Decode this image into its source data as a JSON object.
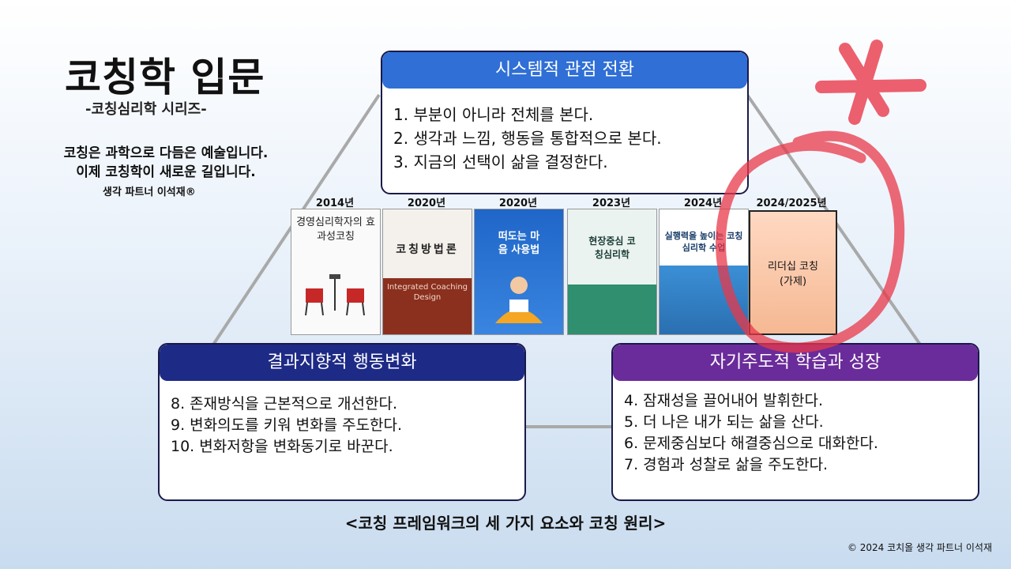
{
  "title": "코칭학 입문",
  "subtitle": "-코칭심리학 시리즈-",
  "slogan": [
    "코칭은 과학으로 다듬은 예술입니다.",
    "이제 코칭학이 새로운 길입니다."
  ],
  "signature": "생각 파트너 이석재®",
  "boxes": {
    "top": {
      "title": "시스템적 관점 전환",
      "color": "#2f6fd6",
      "items": [
        "1. 부분이 아니라 전체를 본다.",
        "2. 생각과 느낌, 행동을 통합적으로 본다.",
        "3. 지금의 선택이 삶을 결정한다."
      ]
    },
    "left": {
      "title": "결과지향적 행동변화",
      "color": "#1d2a86",
      "items": [
        "8. 존재방식을 근본적으로 개선한다.",
        "9. 변화의도를 키워 변화를 주도한다.",
        "10. 변화저항을 변화동기로 바꾼다."
      ]
    },
    "right": {
      "title": "자기주도적 학습과 성장",
      "color": "#6a2c9a",
      "items": [
        "4. 잠재성을 끌어내어 발휘한다.",
        "5. 더 나은 내가 되는 삶을 산다.",
        "6. 문제중심보다 해결중심으로 대화한다.",
        "7. 경험과 성찰로 삶을 주도한다."
      ]
    }
  },
  "books": [
    {
      "year": "2014년",
      "title": "경영심리학자의 효과성코칭"
    },
    {
      "year": "2020년",
      "title": "코칭방법론",
      "subtitle": "Integrated Coaching Design"
    },
    {
      "year": "2020년",
      "title": "떠도는 마음 사용법"
    },
    {
      "year": "2023년",
      "title": "현장중심 코칭심리학"
    },
    {
      "year": "2024년",
      "title": "실행력을 높이는 코칭심리학 수업"
    },
    {
      "year": "2024/2025년",
      "title": "리더십 코칭",
      "note": "(가제)"
    }
  ],
  "caption": "<코칭 프레임워크의 세 가지 요소와 코칭 원리>",
  "copyright": "© 2024 코치올 생각 파트너 이석재",
  "colors": {
    "red_mark": "#e8384a"
  }
}
